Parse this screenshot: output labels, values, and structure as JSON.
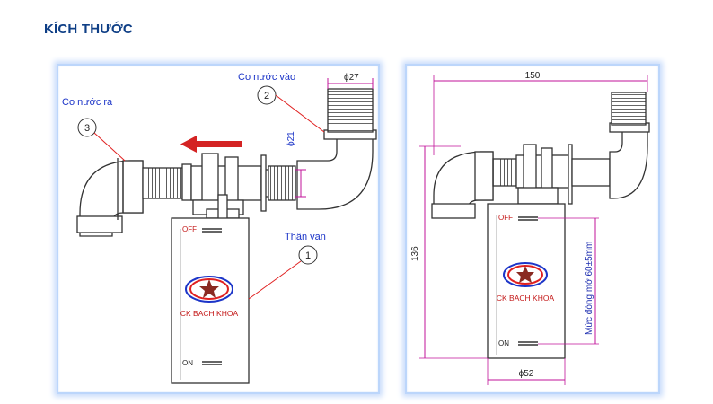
{
  "heading": "KÍCH THƯỚC",
  "colors": {
    "heading": "#0f3f86",
    "label": "#1c35c8",
    "arrow": "#d42323",
    "dimension": "#c0139a",
    "callout": "#e02020"
  },
  "left_view": {
    "label_outlet": "Co nước ra",
    "label_inlet": "Co nước vào",
    "label_body": "Thân van",
    "callout_1": "1",
    "callout_2": "2",
    "callout_3": "3",
    "dim_inlet_dia": "ϕ27",
    "dim_pipe_dia": "ϕ21",
    "off_label": "OFF",
    "on_label": "ON",
    "brand": "CK BACH KHOA"
  },
  "right_view": {
    "dim_width": "150",
    "dim_height": "136",
    "dim_body_dia": "ϕ52",
    "level_label": "Mức đóng mở 60±5mm",
    "off_label": "OFF",
    "on_label": "ON",
    "brand": "CK BACH KHOA"
  }
}
